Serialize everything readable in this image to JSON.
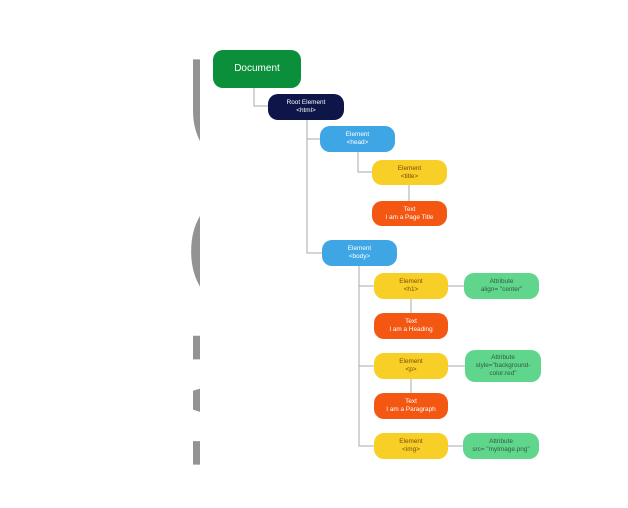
{
  "side_word": "DOM",
  "nodes": {
    "document": {
      "label": "Document"
    },
    "root": {
      "type": "Root Element",
      "tag": "<html>"
    },
    "head": {
      "type": "Element",
      "tag": "<head>"
    },
    "title": {
      "type": "Element",
      "tag": "<title>"
    },
    "title_text": {
      "type": "Text",
      "value": "I am a Page Title"
    },
    "body": {
      "type": "Element",
      "tag": "<body>"
    },
    "h1": {
      "type": "Element",
      "tag": "<h1>"
    },
    "h1_attr": {
      "type": "Attribute",
      "value": "align= \"center\""
    },
    "h1_text": {
      "type": "Text",
      "value": "I am a Heading"
    },
    "p": {
      "type": "Element",
      "tag": "<p>"
    },
    "p_attr": {
      "type": "Attribute",
      "value_line1": "style=\"background-",
      "value_line2": "color:red\""
    },
    "p_text": {
      "type": "Text",
      "value": "I am a Paragraph"
    },
    "img": {
      "type": "Element",
      "tag": "<img>"
    },
    "img_attr": {
      "type": "Attribute",
      "value": "src= \"myImage.png\""
    }
  },
  "colors": {
    "document": "#0b8f3a",
    "root_element": "#0e1548",
    "element_blue": "#3ea6e4",
    "element_yellow": "#f7cf27",
    "text_node": "#f45712",
    "attribute": "#5fd68c",
    "side_word": "#939393",
    "connector": "#a8a8a8"
  }
}
